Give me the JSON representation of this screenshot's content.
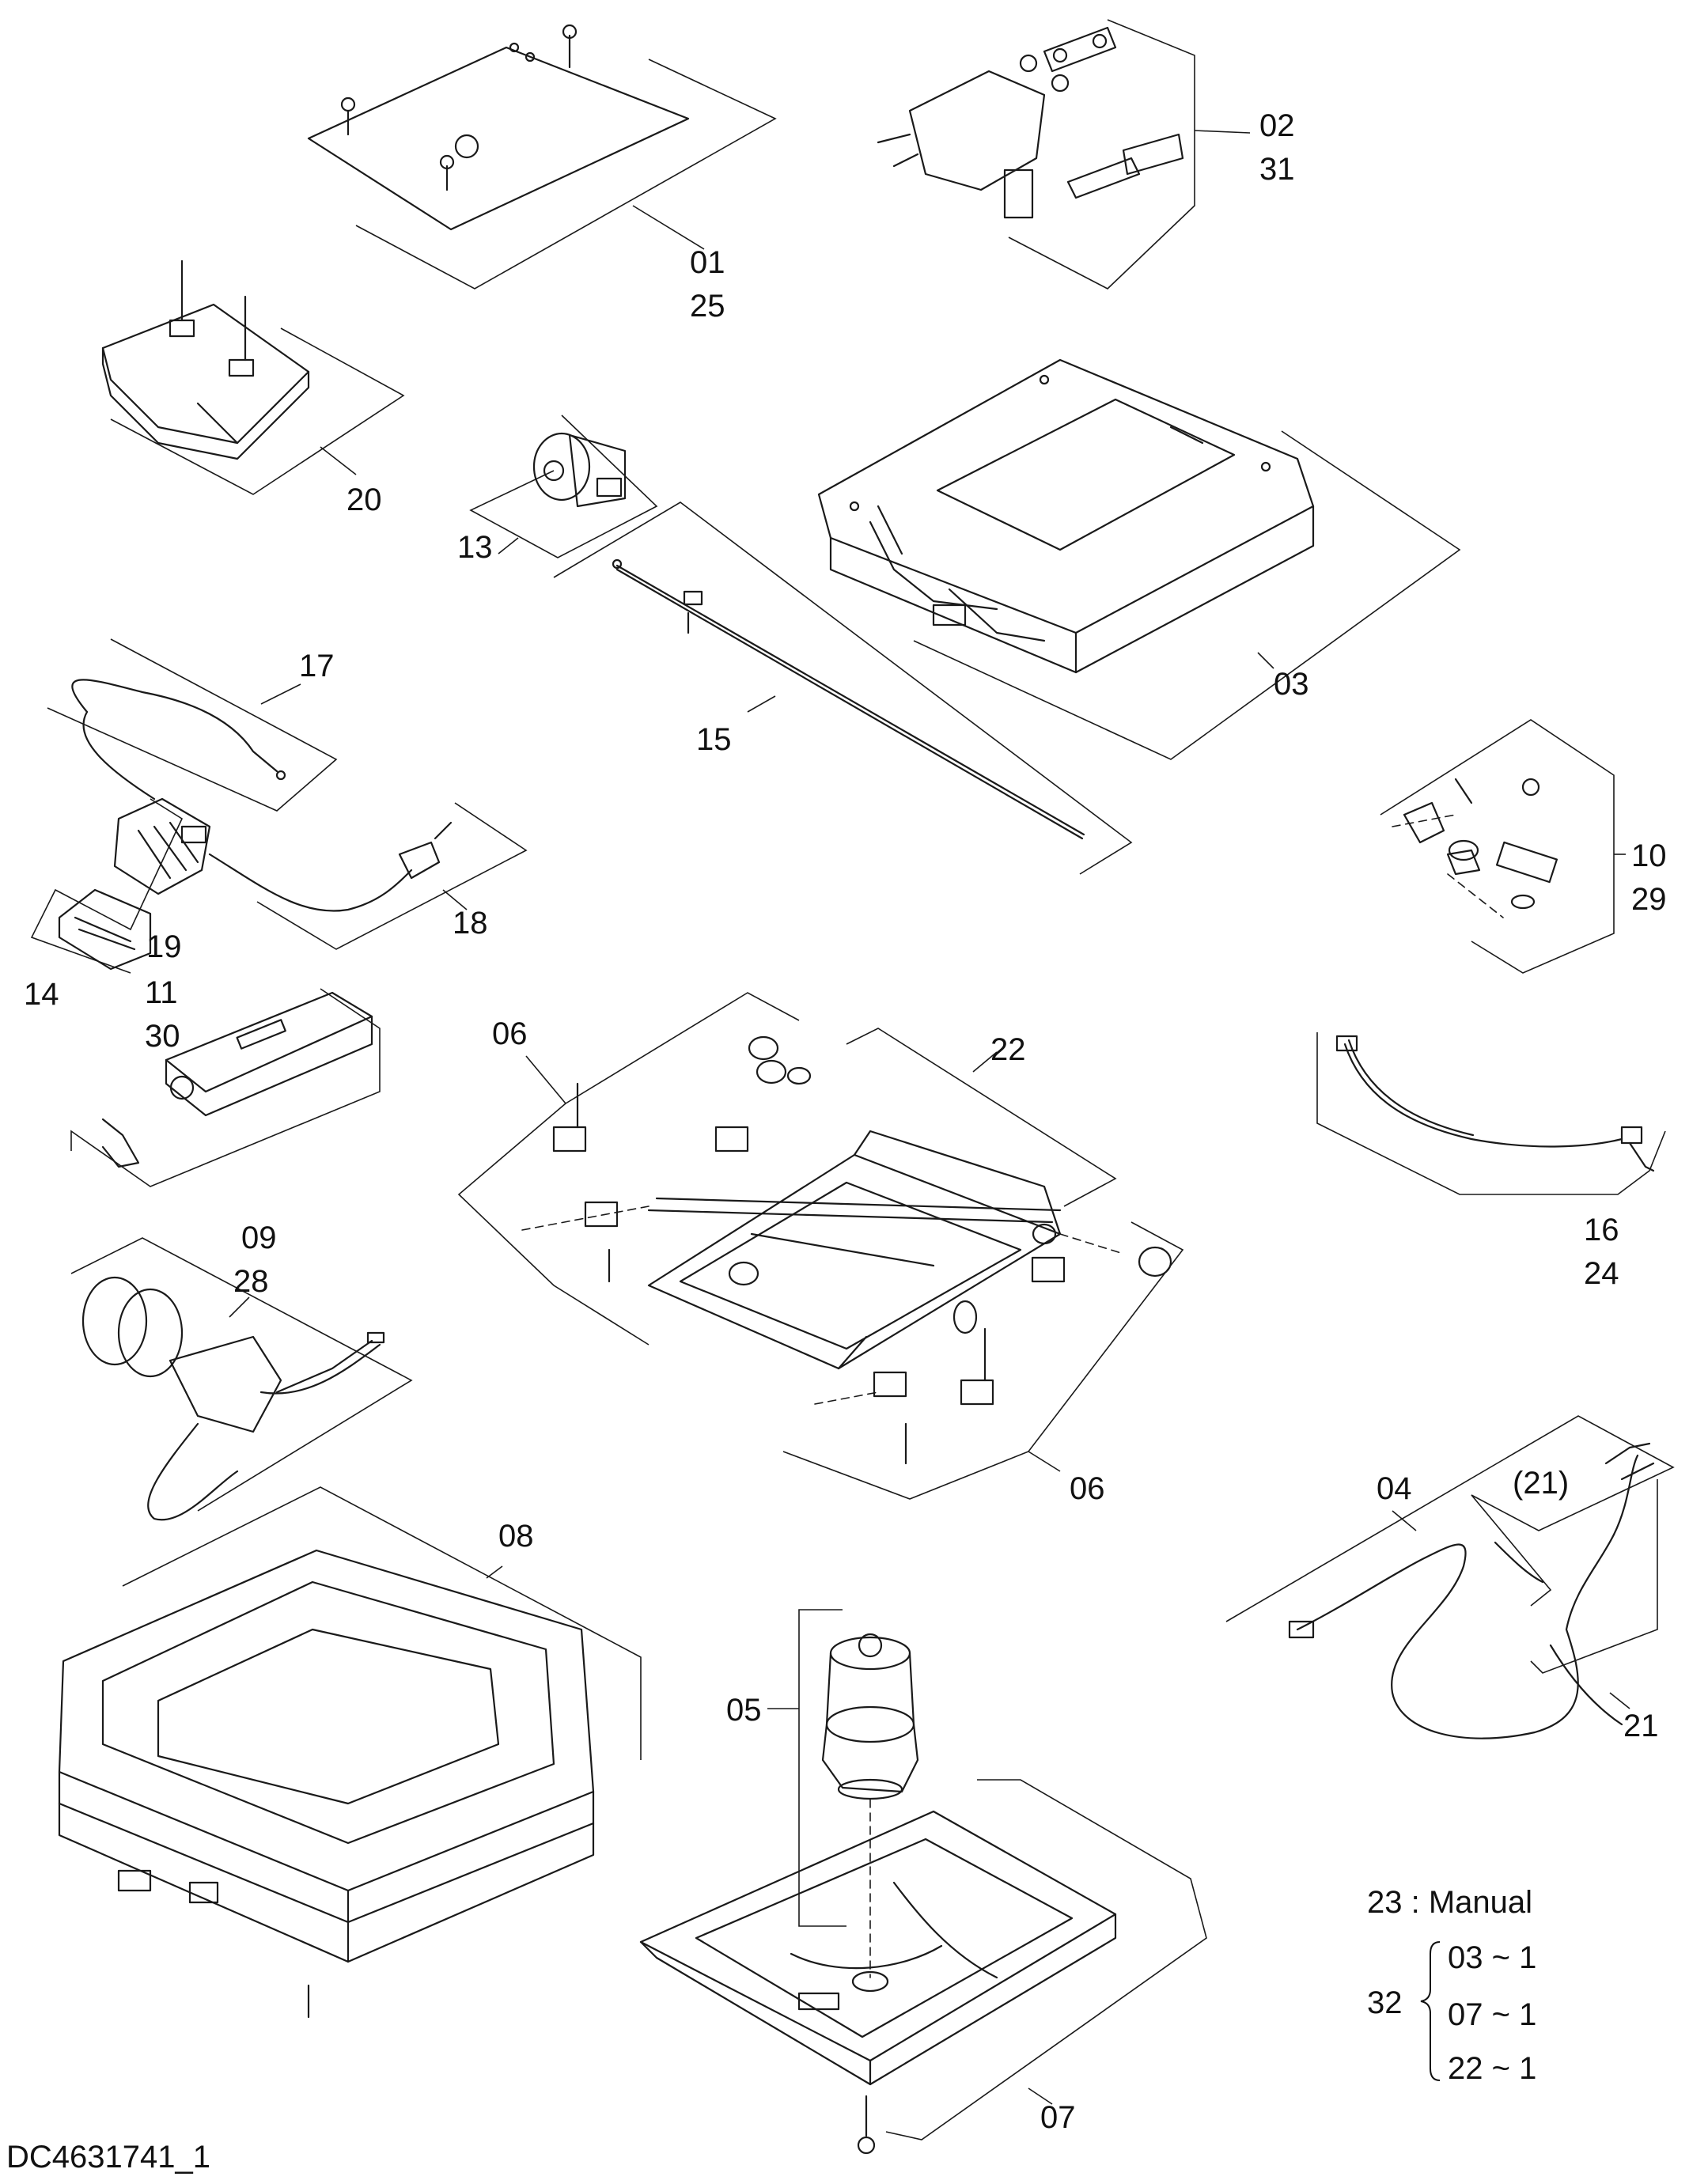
{
  "drawing_code": "DC4631741_1",
  "labels": {
    "p01": "01",
    "p25": "25",
    "p02": "02",
    "p31": "31",
    "p03": "03",
    "p04": "04",
    "p05": "05",
    "p06a": "06",
    "p06b": "06",
    "p07": "07",
    "p08": "08",
    "p09": "09",
    "p28": "28",
    "p10": "10",
    "p29": "29",
    "p11": "11",
    "p30": "30",
    "p13": "13",
    "p14": "14",
    "p15": "15",
    "p16": "16",
    "p24": "24",
    "p17": "17",
    "p18": "18",
    "p19": "19",
    "p20": "20",
    "p21": "21",
    "p21paren": "(21)",
    "p22": "22"
  },
  "notes": {
    "manual": "23 : Manual",
    "set_number": "32",
    "set_items": [
      "03 ~ 1",
      "07 ~ 1",
      "22 ~ 1"
    ]
  }
}
